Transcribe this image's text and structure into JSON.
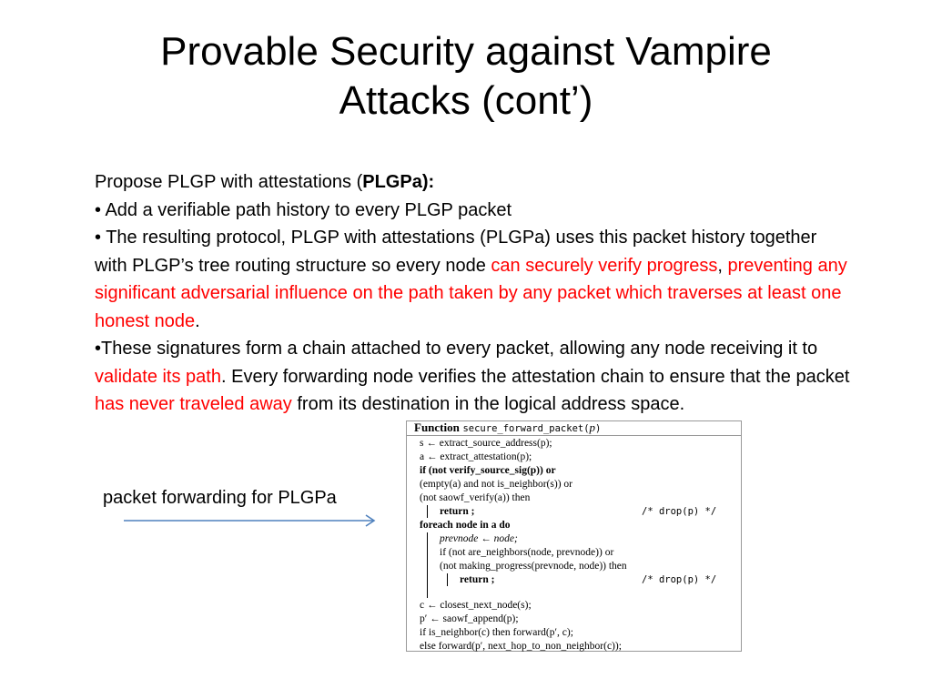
{
  "slide": {
    "title_line1": "Provable Security against Vampire",
    "title_line2": "Attacks (cont’)"
  },
  "body": {
    "intro_prefix": "Propose PLGP with attestations (",
    "intro_bold": "PLGPa",
    "intro_suffix": "):",
    "bullet1": "• Add a verifiable path history to every PLGP packet",
    "bullet2_plain1": "• The resulting protocol, PLGP with attestations (PLGPa) uses this packet history together with PLGP’s tree routing structure so every node ",
    "bullet2_red1": "can securely verify progress",
    "bullet2_plain2": ", ",
    "bullet2_red2": "preventing any significant adversarial influence on the path taken by any packet which traverses at least one honest node",
    "bullet2_plain3": ".",
    "bullet3_plain1": "•These signatures form a chain attached to every packet, allowing any node receiving it to ",
    "bullet3_red1": "validate its path",
    "bullet3_plain2": ". Every forwarding node verifies the attestation chain to ensure that the packet ",
    "bullet3_red2": "has never traveled away",
    "bullet3_plain3": " from its destination in the logical address space."
  },
  "caption": "packet forwarding for PLGPa",
  "algorithm": {
    "header_keyword": "Function",
    "header_name": "secure_forward_packet(",
    "header_arg": "p",
    "header_close": ")",
    "lines": [
      "s ← extract_source_address(p);",
      "a ← extract_attestation(p);",
      "if (not verify_source_sig(p)) or",
      "(empty(a) and not is_neighbor(s)) or",
      "(not saowf_verify(a)) then",
      "return ;",
      "/* drop(p) */",
      "foreach node in a do",
      "prevnode ← node;",
      "if (not are_neighbors(node, prevnode)) or",
      "(not making_progress(prevnode, node)) then",
      "return ;",
      "/* drop(p) */",
      "c ← closest_next_node(s);",
      "p′ ← saowf_append(p);",
      "if is_neighbor(c) then forward(p′, c);",
      "else forward(p′, next_hop_to_non_neighbor(c));"
    ]
  },
  "colors": {
    "highlight": "#ff0000",
    "arrow": "#4f81bd"
  }
}
